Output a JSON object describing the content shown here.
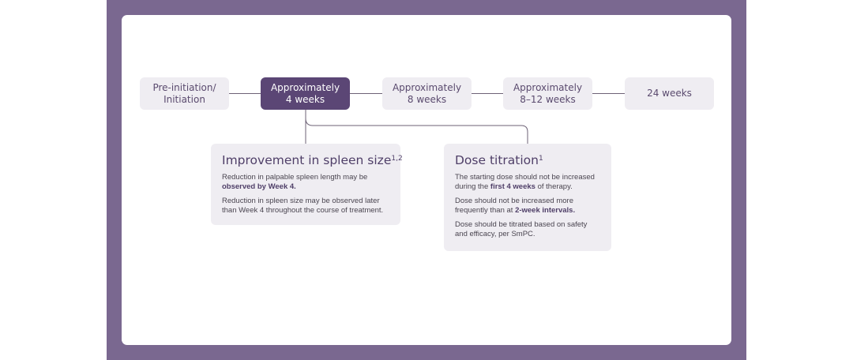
{
  "colors": {
    "frame": "#7a6890",
    "panel": "#ffffff",
    "step_bg": "#efedf2",
    "step_active_bg": "#5b4675",
    "accent_text": "#4f3f68"
  },
  "timeline": {
    "steps": [
      {
        "line1": "Pre-initiation/",
        "line2": "Initiation",
        "active": false
      },
      {
        "line1": "Approximately",
        "line2": "4 weeks",
        "active": true
      },
      {
        "line1": "Approximately",
        "line2": "8 weeks",
        "active": false
      },
      {
        "line1": "Approximately",
        "line2": "8–12 weeks",
        "active": false
      },
      {
        "line1": "24 weeks",
        "line2": "",
        "active": false
      }
    ]
  },
  "cards": {
    "spleen": {
      "title": "Improvement in spleen size",
      "title_ref": "1,2",
      "p1_text": "Reduction in palpable spleen length may be ",
      "p1_bold": "observed by Week 4.",
      "p2_text": "Reduction in spleen size may be observed later than Week 4 throughout the course of treatment."
    },
    "dose": {
      "title": "Dose titration",
      "title_ref": "1",
      "p1_text": "The starting dose should not be increased during the ",
      "p1_bold": "first 4 weeks",
      "p1_tail": " of therapy.",
      "p2_text": "Dose should not be increased more frequently than at ",
      "p2_bold": "2-week intervals.",
      "p3_text": "Dose should be titrated based on safety and efficacy, per SmPC."
    }
  }
}
